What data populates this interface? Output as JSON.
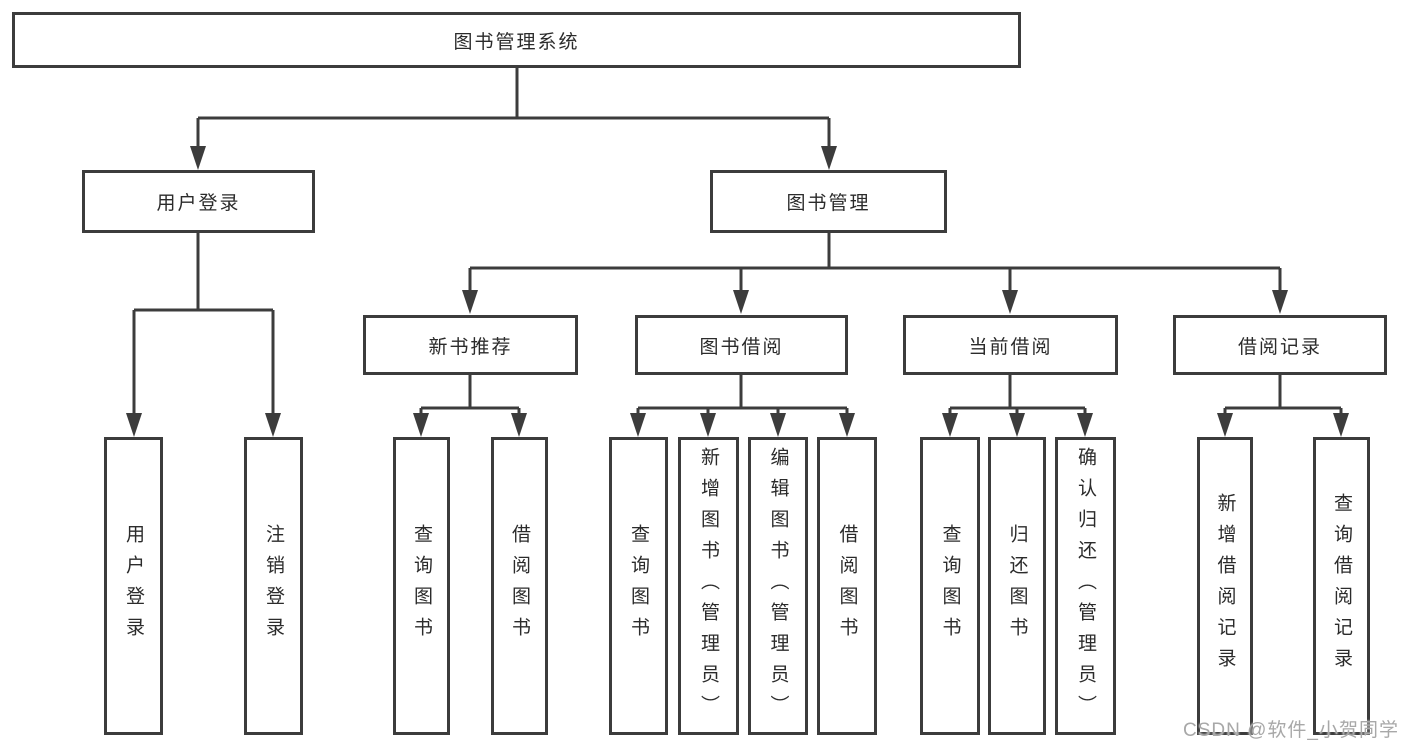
{
  "tree": {
    "label": "图书管理系统",
    "children": [
      {
        "label": "用户登录",
        "children": [
          {
            "label": "用户登录"
          },
          {
            "label": "注销登录"
          }
        ]
      },
      {
        "label": "图书管理",
        "children": [
          {
            "label": "新书推荐",
            "children": [
              {
                "label": "查询图书"
              },
              {
                "label": "借阅图书"
              }
            ]
          },
          {
            "label": "图书借阅",
            "children": [
              {
                "label": "查询图书"
              },
              {
                "label": "新增图书（管理员）"
              },
              {
                "label": "编辑图书（管理员）"
              },
              {
                "label": "借阅图书"
              }
            ]
          },
          {
            "label": "当前借阅",
            "children": [
              {
                "label": "查询图书"
              },
              {
                "label": "归还图书"
              },
              {
                "label": "确认归还（管理员）"
              }
            ]
          },
          {
            "label": "借阅记录",
            "children": [
              {
                "label": "新增借阅记录"
              },
              {
                "label": "查询借阅记录"
              }
            ]
          }
        ]
      }
    ]
  },
  "watermark": {
    "text": "CSDN @软件_小贺同学"
  },
  "colors": {
    "background": "#ffffff",
    "line": "#3c3c3c",
    "box_border": "#3c3c3c",
    "text": "#2b2b2b",
    "watermark": "#a8a8a8"
  }
}
